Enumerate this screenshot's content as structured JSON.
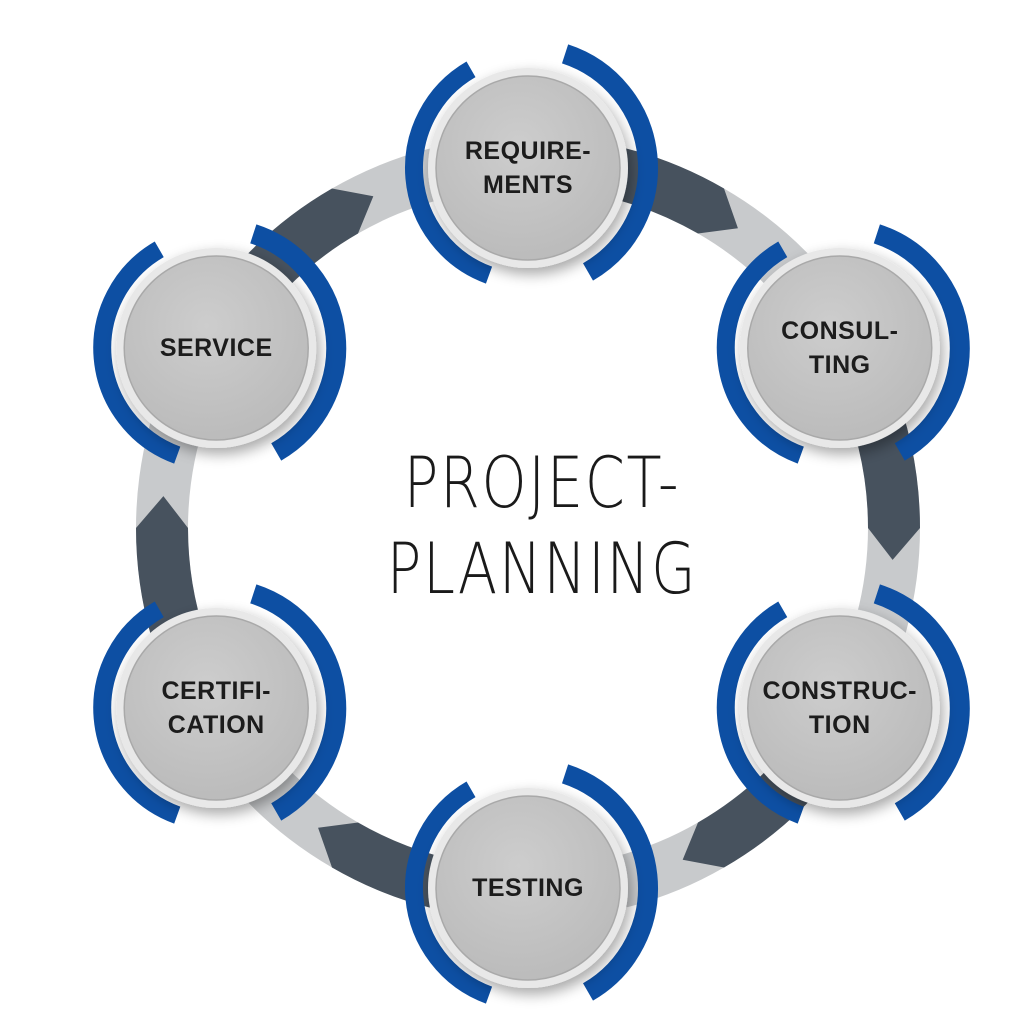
{
  "title": {
    "line1": "PROJECT-",
    "line2": "PLANNING"
  },
  "stages": [
    {
      "id": "requirements",
      "lines": [
        "REQUIRE-",
        "MENTS"
      ]
    },
    {
      "id": "consulting",
      "lines": [
        "CONSUL-",
        "TING"
      ]
    },
    {
      "id": "construction",
      "lines": [
        "CONSTRUC-",
        "TION"
      ]
    },
    {
      "id": "testing",
      "lines": [
        "TESTING"
      ]
    },
    {
      "id": "certification",
      "lines": [
        "CERTIFI-",
        "CATION"
      ]
    },
    {
      "id": "service",
      "lines": [
        "SERVICE"
      ]
    }
  ],
  "colors": {
    "accent": "#0d4fa3",
    "ring_light": "#c8cacc",
    "ring_dark": "#47525e",
    "node_fill": "#c3c3c3",
    "text": "#1c1c1c"
  }
}
